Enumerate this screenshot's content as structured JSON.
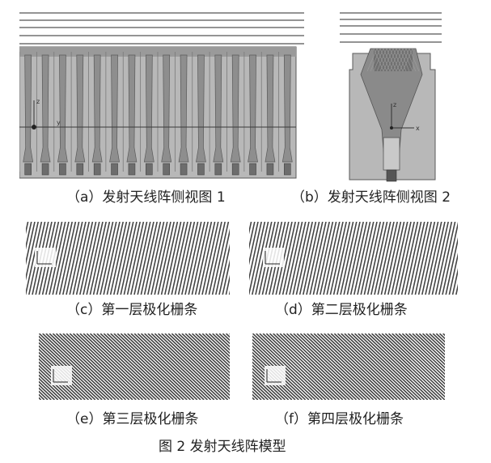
{
  "figure": {
    "caption": "图 2    发射天线阵模型",
    "panels": [
      {
        "id": "a",
        "caption": "（a）发射天线阵侧视图 1"
      },
      {
        "id": "b",
        "caption": "（b）发射天线阵侧视图 2"
      },
      {
        "id": "c",
        "caption": "（c）第一层极化栅条"
      },
      {
        "id": "d",
        "caption": "（d）第二层极化栅条"
      },
      {
        "id": "e",
        "caption": "（e）第三层极化栅条"
      },
      {
        "id": "f",
        "caption": "（f）第四层极化栅条"
      }
    ]
  },
  "axis_labels": {
    "x": "x",
    "z": "z",
    "y": "y"
  },
  "array": {
    "element_count": 16
  },
  "gratings": [
    {
      "id": "c",
      "direction": "steep-right"
    },
    {
      "id": "d",
      "direction": "steep-right"
    },
    {
      "id": "e",
      "direction": "left-leaning"
    },
    {
      "id": "f",
      "direction": "left-leaning"
    }
  ],
  "colors": {
    "background": "#ffffff",
    "model_fill": "#b8b8b8",
    "model_dark": "#6d6d6d",
    "model_edge": "#5a5a5a",
    "grating_line": "#444444",
    "caption_text": "#222222"
  }
}
